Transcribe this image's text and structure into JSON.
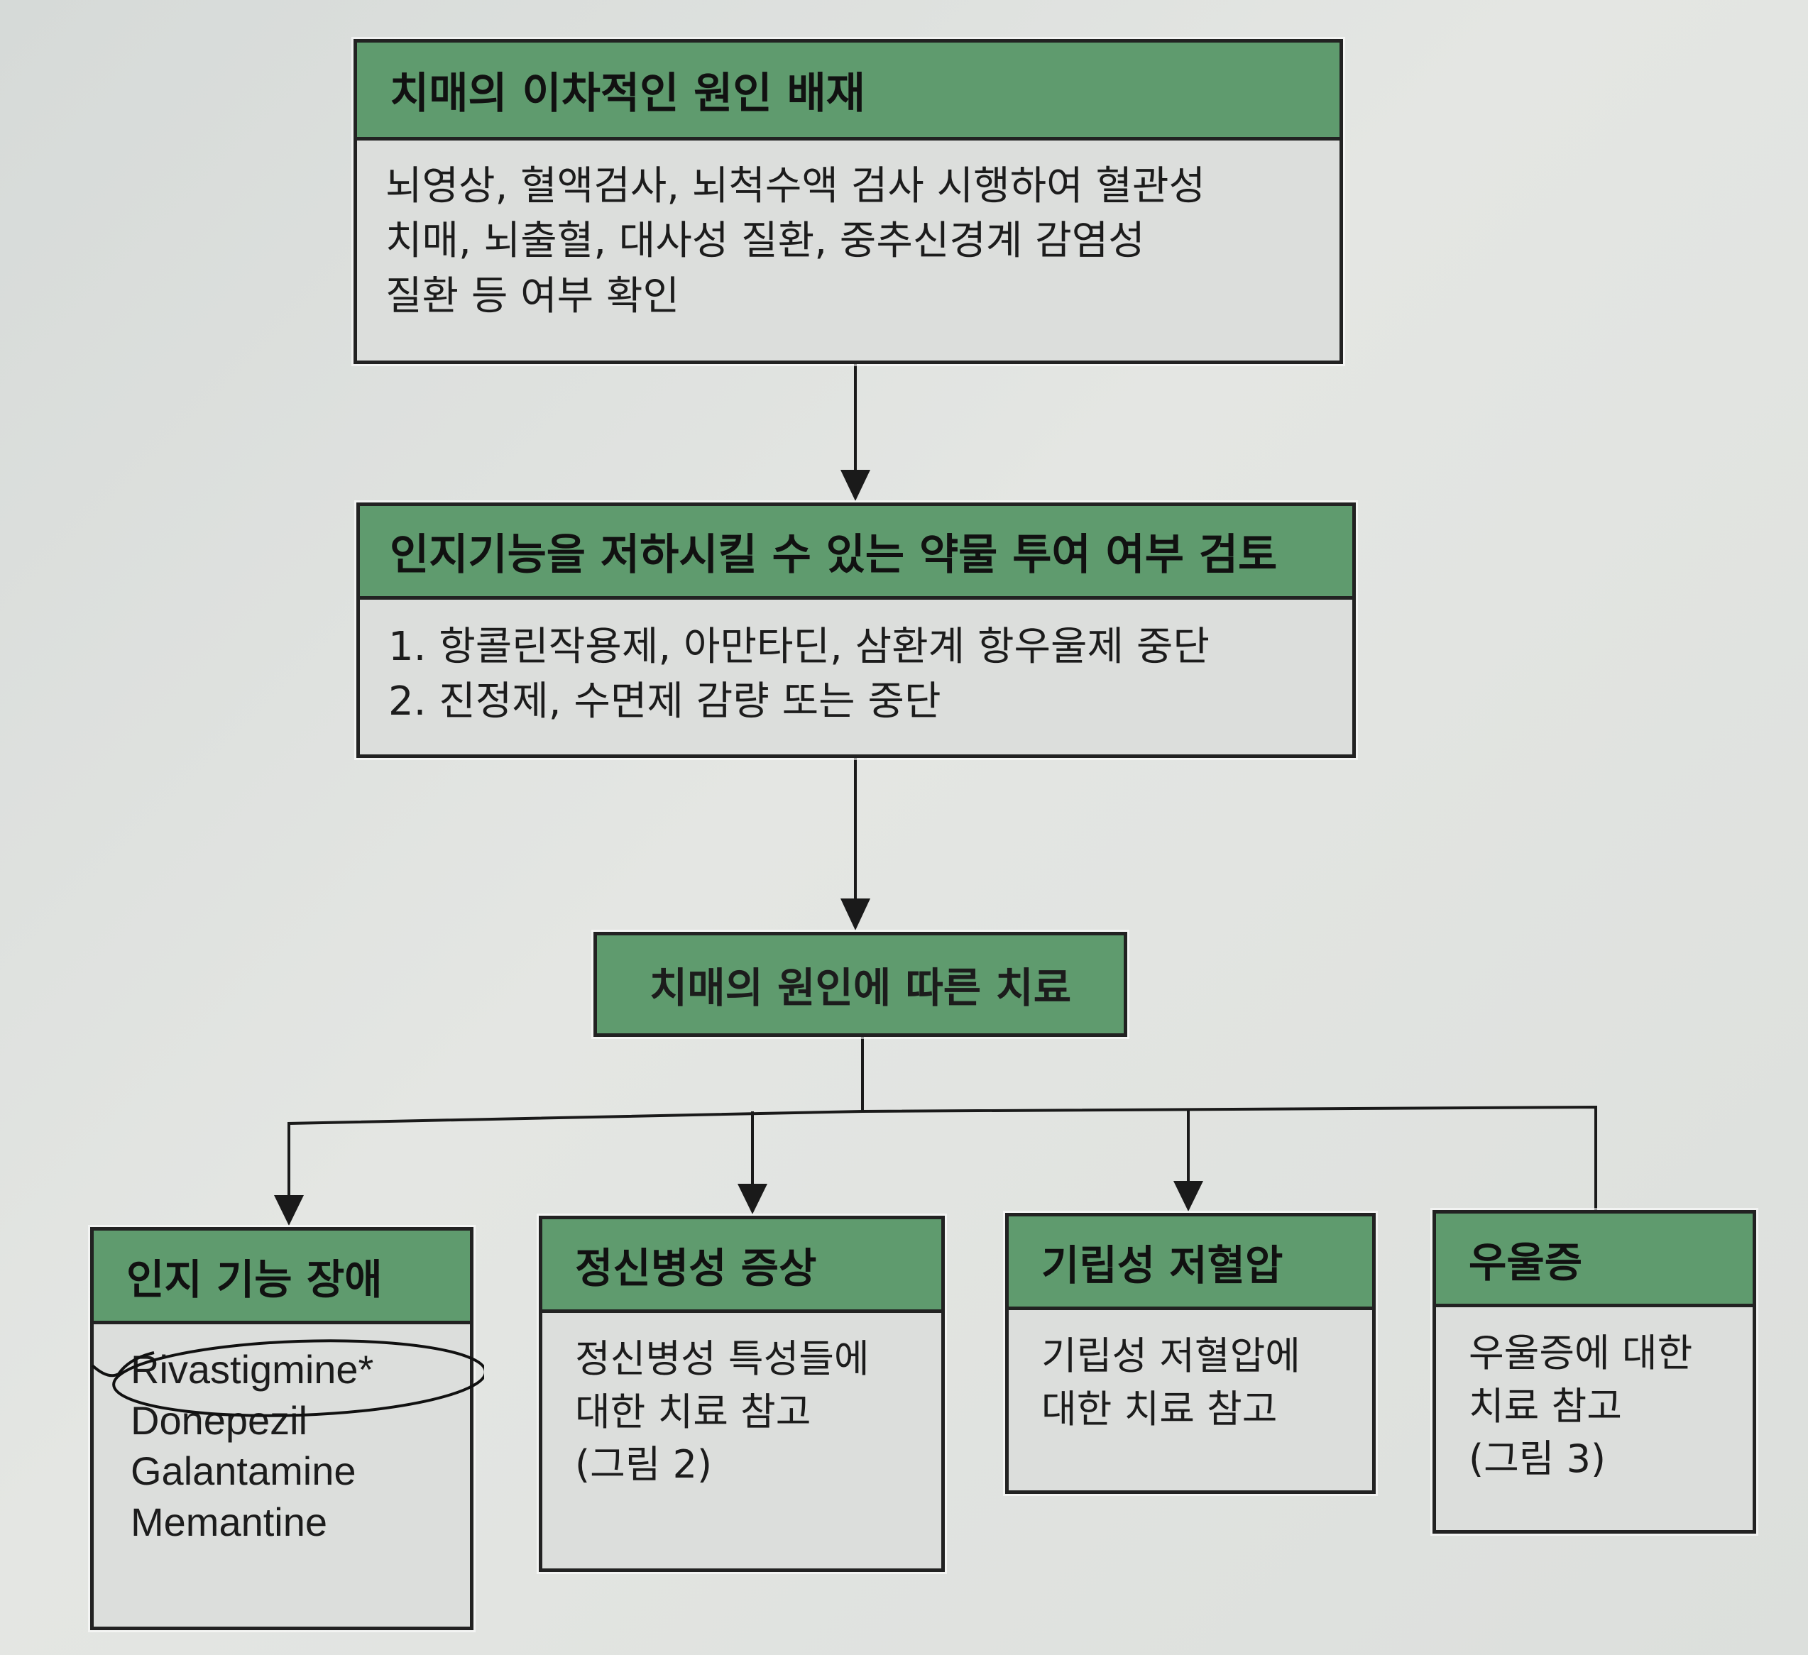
{
  "box1": {
    "title": "치매의 이차적인 원인 배재",
    "lines": [
      "뇌영상, 혈액검사, 뇌척수액 검사 시행하여 혈관성",
      "치매, 뇌출혈, 대사성 질환, 중추신경계 감염성",
      "질환 등 여부 확인"
    ]
  },
  "box2": {
    "title": "인지기능을 저하시킬 수 있는 약물 투여 여부 검토",
    "lines": [
      "1. 항콜린작용제, 아만타딘, 삼환계 항우울제 중단",
      "2. 진정제, 수면제 감량 또는 중단"
    ]
  },
  "box3": {
    "title": "치매의 원인에 따른 치료"
  },
  "cognitive": {
    "title": "인지 기능 장애",
    "drugs": [
      "Rivastigmine*",
      "Donepezil",
      "Galantamine",
      "Memantine"
    ]
  },
  "psychotic": {
    "title": "정신병성 증상",
    "lines": [
      "정신병성 특성들에",
      "대한 치료 참고",
      "(그림 2)"
    ]
  },
  "orthostatic": {
    "title": "기립성 저혈압",
    "lines": [
      "기립성 저혈압에",
      "대한 치료 참고"
    ]
  },
  "depression": {
    "title": "우울증",
    "lines": [
      "우울증에 대한",
      "치료 참고",
      "(그림 3)"
    ]
  }
}
